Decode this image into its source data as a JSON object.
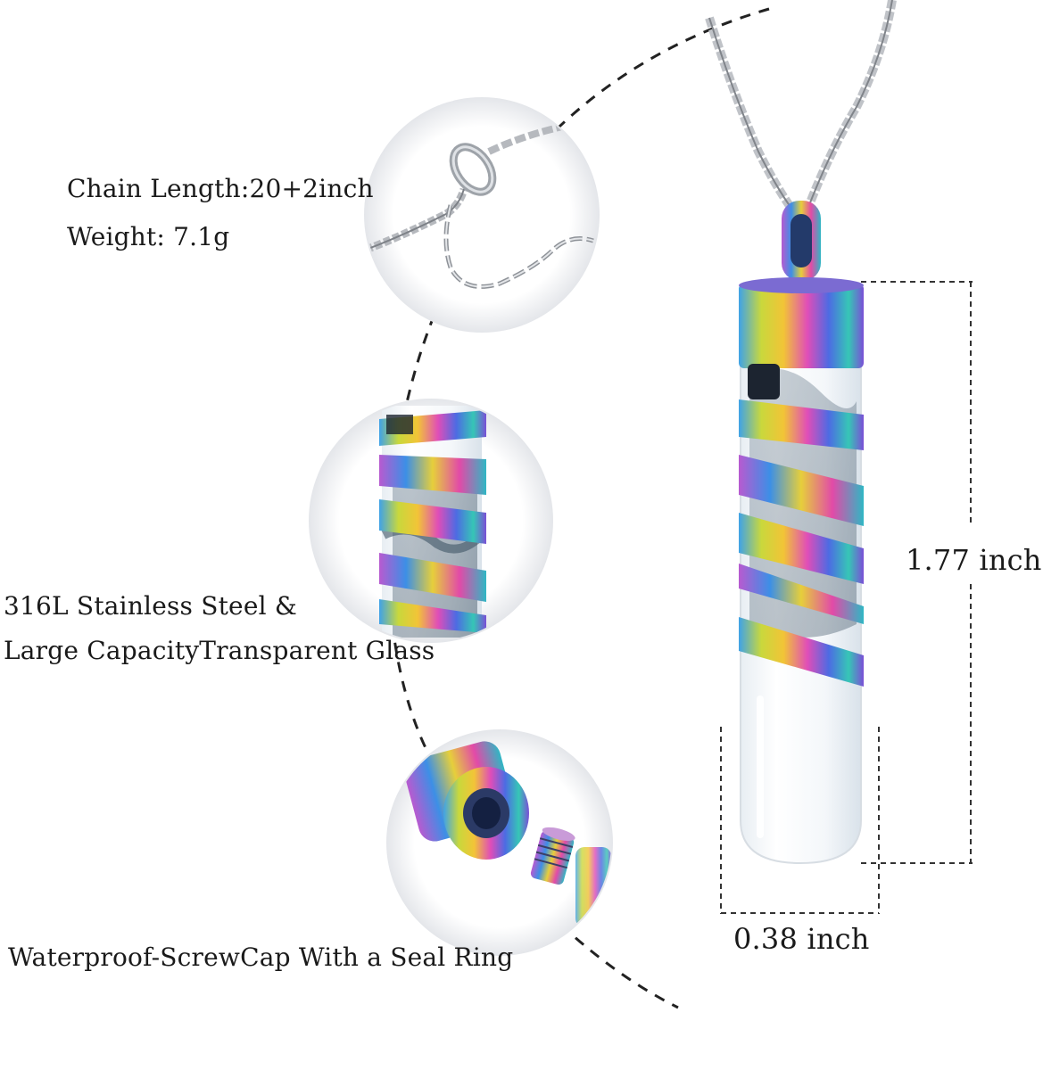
{
  "specs": {
    "chain_length": "Chain Length:20+2inch",
    "weight": "Weight: 7.1g",
    "material_line1": "316L Stainless Steel &",
    "material_line2": "Large CapacityTransparent Glass",
    "closure": "Waterproof-ScrewCap With a Seal Ring"
  },
  "dimensions": {
    "height": "1.77 inch",
    "width": "0.38 inch"
  },
  "colors": {
    "background": "#ffffff",
    "text": "#1a1a1a",
    "dash_line": "#222222",
    "dimension_line": "#333333",
    "chain_silver": "#b9bcc1",
    "rainbow": [
      "#f0d23a",
      "#d94db4",
      "#3e7fe0",
      "#38c8b8",
      "#9b5de5"
    ]
  },
  "images": [
    {
      "name": "clasp-detail-photo",
      "shows": "lobster clasp and extension chain"
    },
    {
      "name": "cylinder-detail-photo",
      "shows": "rainbow spiral cylinder with glass interior"
    },
    {
      "name": "screwcap-detail-photo",
      "shows": "open screw cap with thread"
    },
    {
      "name": "pendant-main-photo",
      "shows": "rainbow spiral cylinder pendant on box chain"
    }
  ]
}
